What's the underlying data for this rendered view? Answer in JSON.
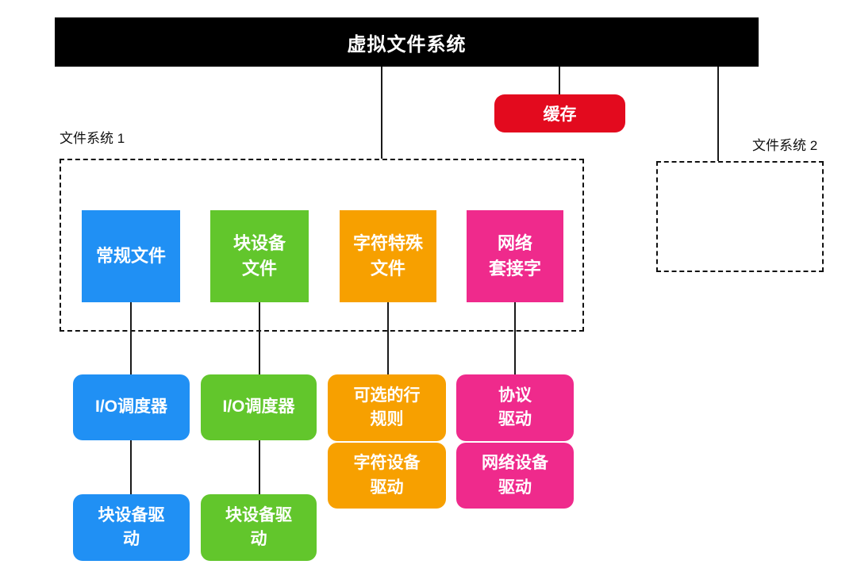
{
  "diagram": {
    "title_bar": {
      "label": "虚拟文件系统"
    },
    "cache": {
      "label": "缓存",
      "color": "#E30A1E"
    },
    "filesystem1": {
      "label": "文件系统 1",
      "nodes": [
        {
          "name": "regular-file",
          "label": "常规文件",
          "color": "#2090F4"
        },
        {
          "name": "block-device-file",
          "label": "块设备\n文件",
          "color": "#62C62C"
        },
        {
          "name": "char-special-file",
          "label": "字符特殊\n文件",
          "color": "#F7A000"
        },
        {
          "name": "network-socket",
          "label": "网络\n套接字",
          "color": "#EF2A8C"
        }
      ]
    },
    "filesystem2": {
      "label": "文件系统 2"
    },
    "lower_columns": [
      {
        "name": "blue-column",
        "top": {
          "label": "I/O调度器"
        },
        "bottom": {
          "label": "块设备驱\n动"
        },
        "color": "#2090F4"
      },
      {
        "name": "green-column",
        "top": {
          "label": "I/O调度器"
        },
        "bottom": {
          "label": "块设备驱\n动"
        },
        "color": "#62C62C"
      },
      {
        "name": "orange-column",
        "top": {
          "label": "可选的行\n规则"
        },
        "bottom": {
          "label": "字符设备\n驱动"
        },
        "color": "#F7A000"
      },
      {
        "name": "pink-column",
        "top": {
          "label": "协议\n驱动"
        },
        "bottom": {
          "label": "网络设备\n驱动"
        },
        "color": "#EF2A8C"
      }
    ],
    "palette": {
      "bar_bg": "#000000",
      "line": "#1A1A1A",
      "text_on_color": "#FFFFFF"
    }
  }
}
